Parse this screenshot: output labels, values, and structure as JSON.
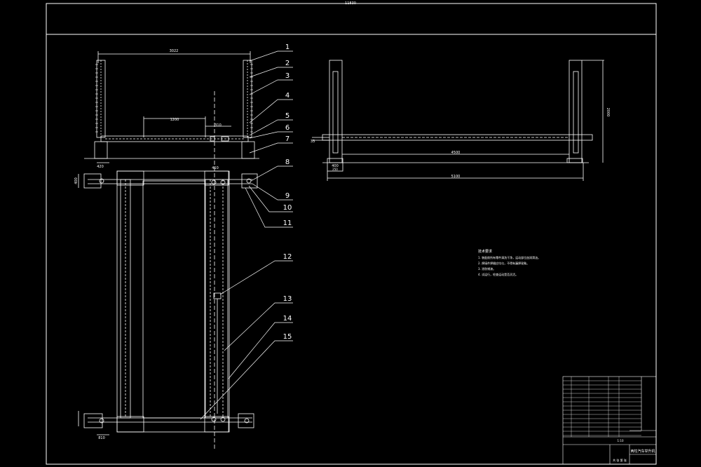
{
  "colors": {
    "background": "#000000",
    "line": "#ffffff",
    "dim": "#e6e6e6"
  },
  "sheet": {
    "top_dimension": "11830"
  },
  "front_view": {
    "width_dimension": "3022",
    "inner_dimension": "1200",
    "small_dimension": "310"
  },
  "plan_view": {
    "top_left_dimension": "420",
    "left_dimension": "400",
    "top_right_dimension": "410",
    "center_dimension": "810"
  },
  "side_view": {
    "height_dimension": "2000",
    "left_dimension": "33",
    "inner_length": "4500",
    "total_length": "5100",
    "base_top": "400",
    "base_bottom": "250"
  },
  "part_numbers": [
    "1",
    "2",
    "3",
    "4",
    "5",
    "6",
    "7",
    "8",
    "9",
    "10",
    "11",
    "12",
    "13",
    "14",
    "15"
  ],
  "tech_notes": {
    "title": "技术要求",
    "lines": [
      "1. 装配前所有零件清洗干净，运动部位加润滑油。",
      "2. 焊接件焊缝应均匀，不得有漏焊现象。",
      "3. 涂防锈漆。",
      "4. 试运行，检查运动是否灵活。"
    ]
  },
  "title_block": {
    "drawing_title": "两柱汽车举升机",
    "scale": "1:10",
    "sheet_label": "共 张 第 张"
  }
}
